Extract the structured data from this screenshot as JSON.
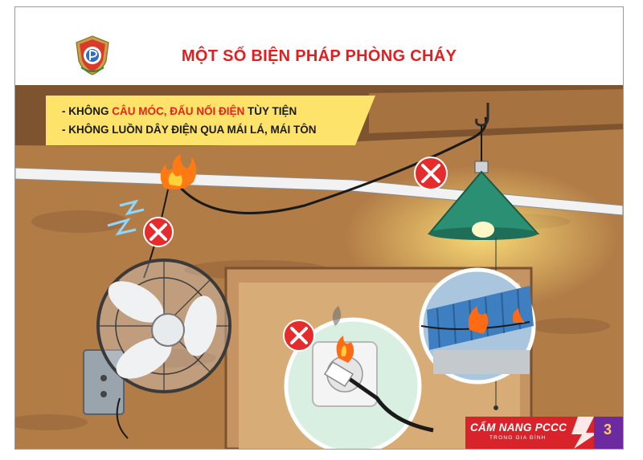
{
  "title": "MỘT SỐ BIỆN PHÁP PHÒNG CHÁY",
  "banner": {
    "line1": {
      "prefix": "- KHÔNG ",
      "highlight": "CÂU MÓC, ĐẤU NỐI ĐIỆN",
      "suffix": " TÙY TIỆN"
    },
    "line2": "- KHÔNG LUỒN DÂY ĐIỆN QUA MÁI LÁ, MÁI TÔN"
  },
  "brand": {
    "name": "CẨM NANG PCCC",
    "subtitle": "TRONG GIA ĐÌNH",
    "page_number": "3"
  },
  "colors": {
    "title_red": "#e02020",
    "banner_yellow": "#fde36a",
    "wall_brown": "#b07a45",
    "warning_red": "#e52b2b",
    "brand_red": "#d9232a",
    "brand_purple": "#6b2aa0"
  },
  "icons": [
    "police-fire-badge-icon",
    "prohibited-x-icon",
    "fire-icon",
    "spark-icon",
    "fan-illustration",
    "lamp-illustration",
    "socket-illustration",
    "tin-roof-illustration"
  ]
}
